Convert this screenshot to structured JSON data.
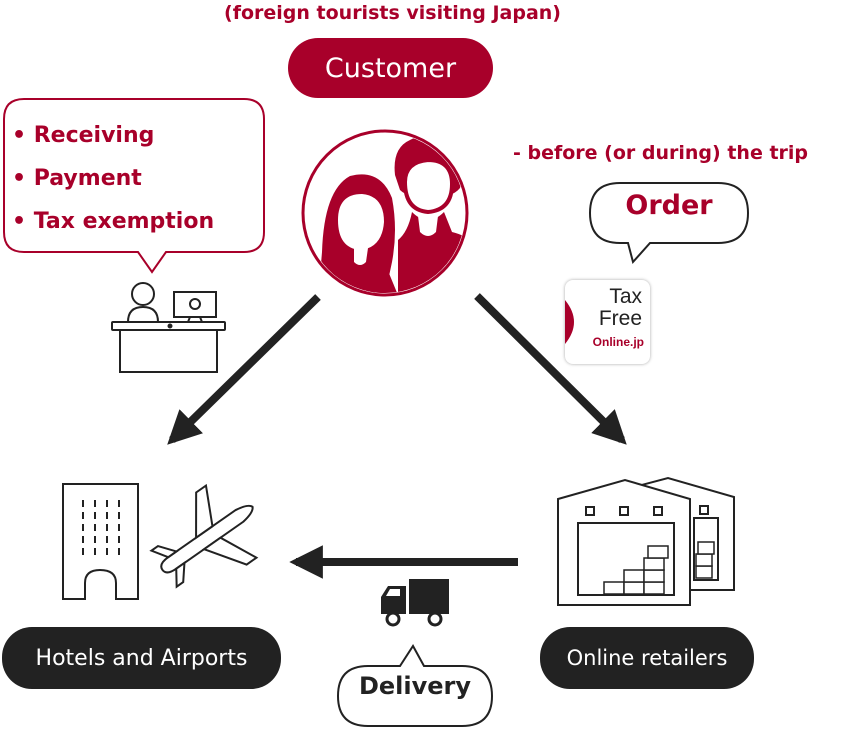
{
  "customer": {
    "subtitle": "(foreign tourists visiting Japan)",
    "label": "Customer"
  },
  "services": {
    "items": [
      "• Receiving",
      "• Payment",
      "• Tax exemption"
    ]
  },
  "order": {
    "timing": "- before (or during) the trip",
    "label": "Order"
  },
  "logo": {
    "line1": "Tax",
    "line2": "Free",
    "line3": "Online.jp"
  },
  "nodes": {
    "hotels": "Hotels and Airports",
    "online": "Online retailers"
  },
  "delivery": {
    "label": "Delivery"
  },
  "colors": {
    "brand": "#a8002a",
    "dark": "#222222"
  }
}
